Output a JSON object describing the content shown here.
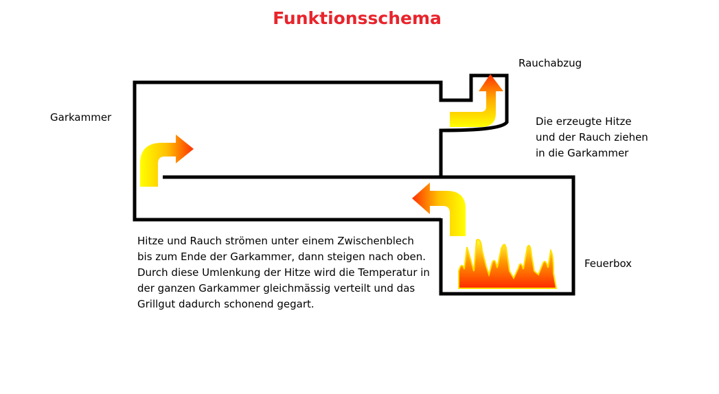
{
  "title": "Funktionsschema",
  "labels": {
    "garkammer": "Garkammer",
    "rauchabzug": "Rauchabzug",
    "feuerbox": "Feuerbox"
  },
  "note_right": [
    "Die erzeugte Hitze",
    "und der Rauch ziehen",
    "in die Garkammer"
  ],
  "note_bottom": [
    "Hitze und Rauch strömen unter einem Zwischenblech",
    "bis zum Ende der Garkammer, dann steigen nach oben.",
    "Durch diese Umlenkung der Hitze wird die Temperatur in",
    "der ganzen Garkammer gleichmässig verteilt und das",
    "Grillgut dadurch schonend gegart."
  ],
  "colors": {
    "title": "#e8242c",
    "flame_hot": "#ff2a00",
    "flame_cool": "#ffff00"
  }
}
